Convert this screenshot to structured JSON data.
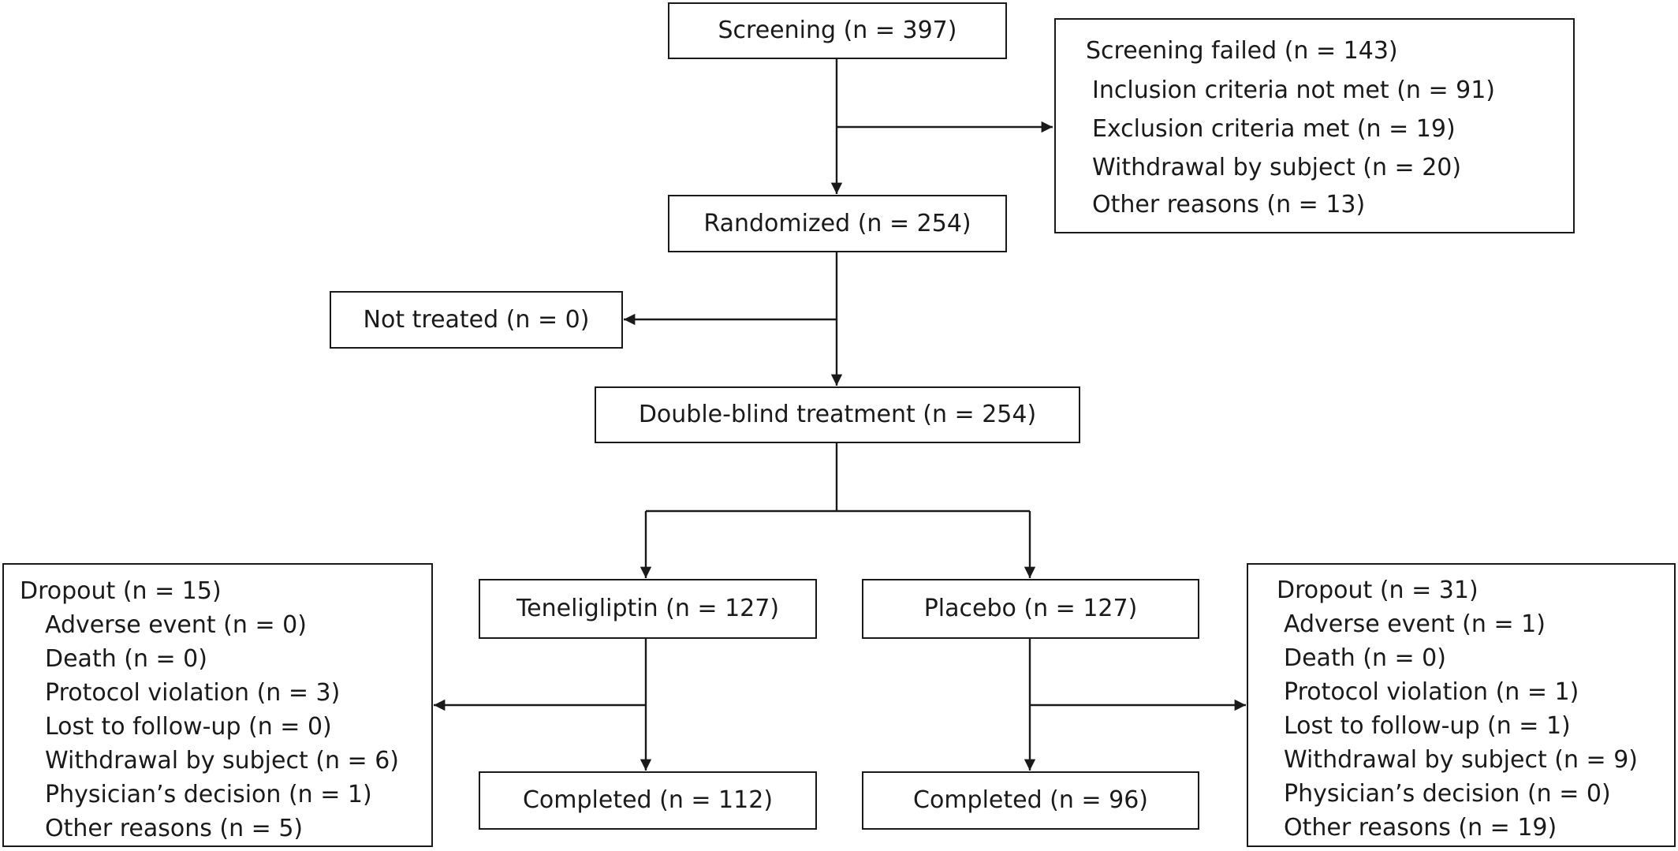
{
  "screening": "Screening (n = 397)",
  "screening_failed": {
    "title": "Screening failed (n = 143)",
    "items": [
      "Inclusion criteria not met (n = 91)",
      "Exclusion criteria met (n = 19)",
      "Withdrawal by subject (n = 20)",
      "Other reasons (n = 13)"
    ]
  },
  "randomized": "Randomized (n = 254)",
  "not_treated": "Not treated (n = 0)",
  "double_blind": "Double-blind treatment (n = 254)",
  "teneligliptin": "Teneligliptin (n = 127)",
  "placebo": "Placebo (n = 127)",
  "completed_teneligliptin": "Completed (n = 112)",
  "completed_placebo": "Completed (n = 96)",
  "dropout_teneligliptin": {
    "title": "Dropout (n = 15)",
    "items": [
      "Adverse event (n = 0)",
      "Death (n = 0)",
      "Protocol violation (n = 3)",
      "Lost to follow-up (n = 0)",
      "Withdrawal by subject (n = 6)",
      "Physician’s decision (n = 1)",
      "Other reasons (n = 5)"
    ]
  },
  "dropout_placebo": {
    "title": "Dropout (n = 31)",
    "items": [
      "Adverse event (n = 1)",
      "Death (n = 0)",
      "Protocol violation (n = 1)",
      "Lost to follow-up (n = 1)",
      "Withdrawal by subject (n = 9)",
      "Physician’s decision (n = 0)",
      "Other reasons (n = 19)"
    ]
  }
}
